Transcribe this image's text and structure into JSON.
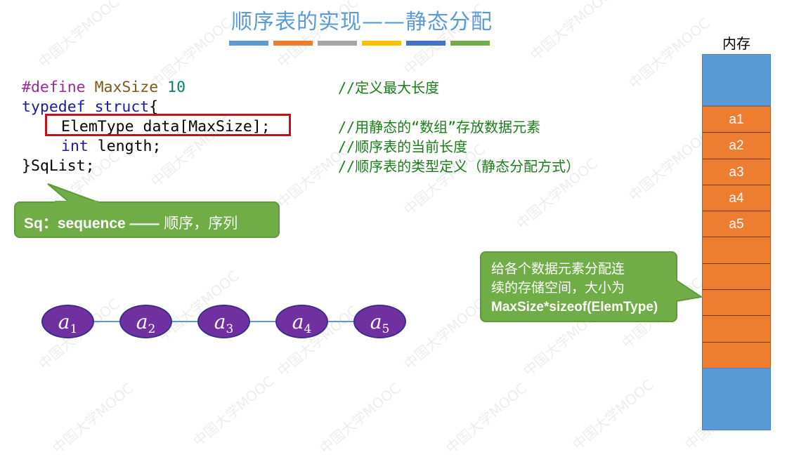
{
  "title": "顺序表的实现——静态分配",
  "title_bar_colors": [
    "#5b9bd5",
    "#ed7d31",
    "#a5a5a5",
    "#ffc000",
    "#4472c4",
    "#70ad47"
  ],
  "code": {
    "line1": {
      "directive": "#define",
      "name": "MaxSize",
      "value": "10"
    },
    "line2": {
      "kw1": "typedef",
      "kw2": "struct",
      "brace": "{"
    },
    "line3": {
      "text": "ElemType data[MaxSize];"
    },
    "line4": {
      "kw": "int",
      "text": " length;"
    },
    "line5": {
      "text": "}SqList;"
    }
  },
  "comments": [
    "//定义最大长度",
    "//用静态的“数组”存放数据元素",
    "//顺序表的当前长度",
    "//顺序表的类型定义（静态分配方式）"
  ],
  "sq_callout": {
    "bold": "Sq：sequence ——",
    "cn": " 顺序，序列"
  },
  "nodes": [
    {
      "letter": "a",
      "sub": "1"
    },
    {
      "letter": "a",
      "sub": "2"
    },
    {
      "letter": "a",
      "sub": "3"
    },
    {
      "letter": "a",
      "sub": "4"
    },
    {
      "letter": "a",
      "sub": "5"
    }
  ],
  "memory": {
    "label": "内存",
    "cells": [
      "a1",
      "a2",
      "a3",
      "a4",
      "a5",
      "",
      "",
      "",
      "",
      ""
    ]
  },
  "mem_callout": {
    "line1": "给各个数据元素分配连",
    "line2": "续的存储空间，大小为",
    "line3": "MaxSize*sizeof(ElemType)"
  },
  "watermark": "中国大学MOOC"
}
